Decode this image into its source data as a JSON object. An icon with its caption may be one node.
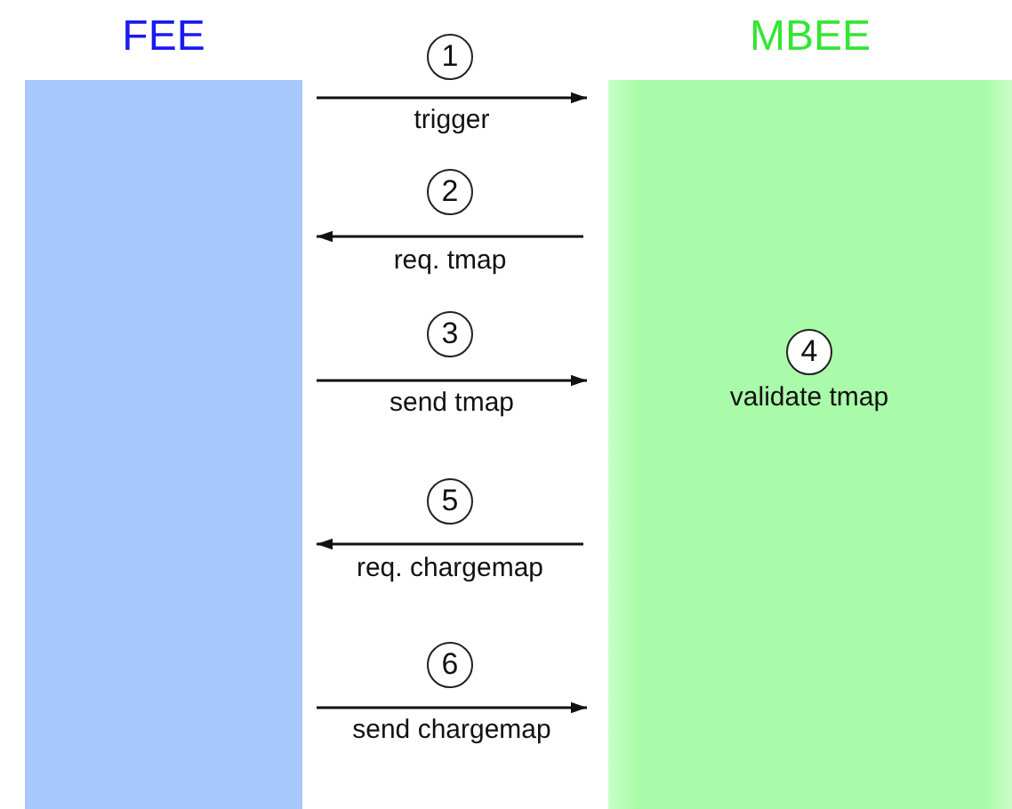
{
  "diagram": {
    "nodes": [
      {
        "text": [
          "FEE"
        ]
      },
      {
        "text": [
          "MBEE"
        ]
      },
      {
        "text": [
          "1"
        ]
      },
      {
        "text": [
          "2"
        ]
      },
      {
        "text": [
          "3"
        ]
      },
      {
        "text": [
          "4"
        ],
        "in": 1,
        "beside": [
          "validate tmap"
        ]
      },
      {
        "text": [
          "5"
        ]
      },
      {
        "text": [
          "6"
        ]
      }
    ],
    "edges": [
      {
        "from": 0,
        "to": 1,
        "arrow": "to",
        "label": "trigger"
      },
      {
        "from": 1,
        "to": 0,
        "arrow": "to",
        "label": "req. tmap"
      },
      {
        "from": 0,
        "to": 1,
        "arrow": "to",
        "label": "send tmap"
      },
      {
        "from": 1,
        "to": 0,
        "arrow": "to",
        "label": "req. chargemap"
      },
      {
        "from": 0,
        "to": 1,
        "arrow": "to",
        "label": "send chargemap"
      }
    ]
  }
}
